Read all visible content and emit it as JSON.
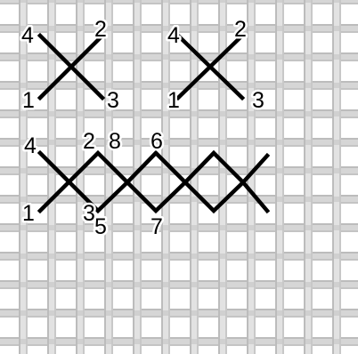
{
  "diagram": {
    "colors": {
      "background": "#ffffff",
      "mesh_thread": "#dcdcdc",
      "mesh_shadow": "#bdbdbd",
      "stitch": "#000000",
      "label": "#000000"
    },
    "stitch_groups": [
      {
        "name": "single-cross-stitch-left",
        "labels": [
          "4",
          "2",
          "1",
          "3"
        ]
      },
      {
        "name": "single-cross-stitch-right",
        "labels": [
          "4",
          "2",
          "1",
          "3"
        ]
      },
      {
        "name": "cross-stitch-row",
        "labels": [
          "4",
          "2",
          "8",
          "6",
          "1",
          "3",
          "5",
          "7"
        ]
      }
    ]
  }
}
